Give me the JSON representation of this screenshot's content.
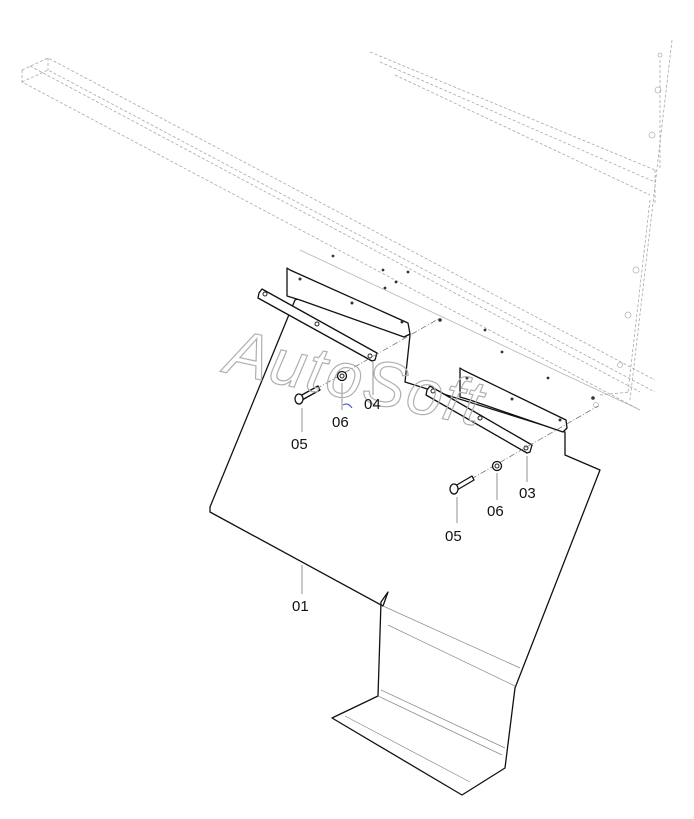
{
  "watermark": "AutoSoft",
  "callouts": {
    "part_01": "01",
    "part_03": "03",
    "part_04": "04",
    "part_05_left": "05",
    "part_05_right": "05",
    "part_06_left": "06",
    "part_06_right": "06"
  },
  "colors": {
    "outline": "#111111",
    "ghost_structure": "#a8a8a8",
    "watermark": "#b0b0b0"
  }
}
